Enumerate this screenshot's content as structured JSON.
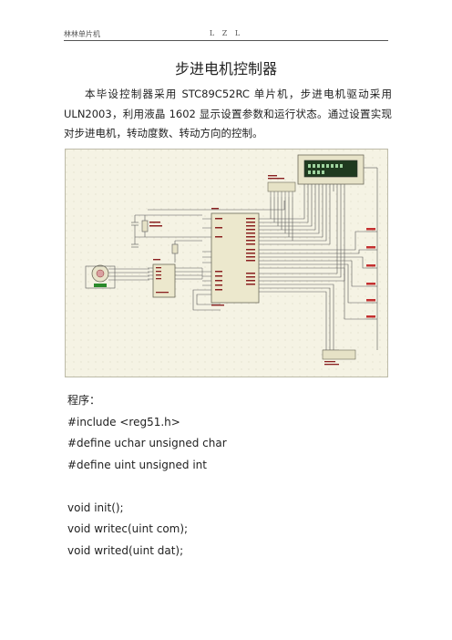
{
  "header": {
    "left": "林林单片机",
    "center": "L Z L"
  },
  "document": {
    "title": "步进电机控制器",
    "paragraph": "本毕设控制器采用 STC89C52RC 单片机，步进电机驱动采用 ULN2003，利用液晶 1602 显示设置参数和运行状态。通过设置实现对步进电机，转动度数、转动方向的控制。",
    "code_label": "程序：",
    "code_lines": [
      "#include <reg51.h>",
      "#define uchar unsigned char",
      "#define uint unsigned int",
      "",
      "void init();",
      "void writec(uint com);",
      "void writed(uint dat);"
    ]
  },
  "schematic": {
    "background": "#f5f3e4",
    "wire_color": "#5a5a5a",
    "lcd_screen_color": "#1f3a1f",
    "lcd_digits_color": "#9fd49f",
    "button_color": "#c43030",
    "motor_indicator_color": "#2a8a2a"
  }
}
